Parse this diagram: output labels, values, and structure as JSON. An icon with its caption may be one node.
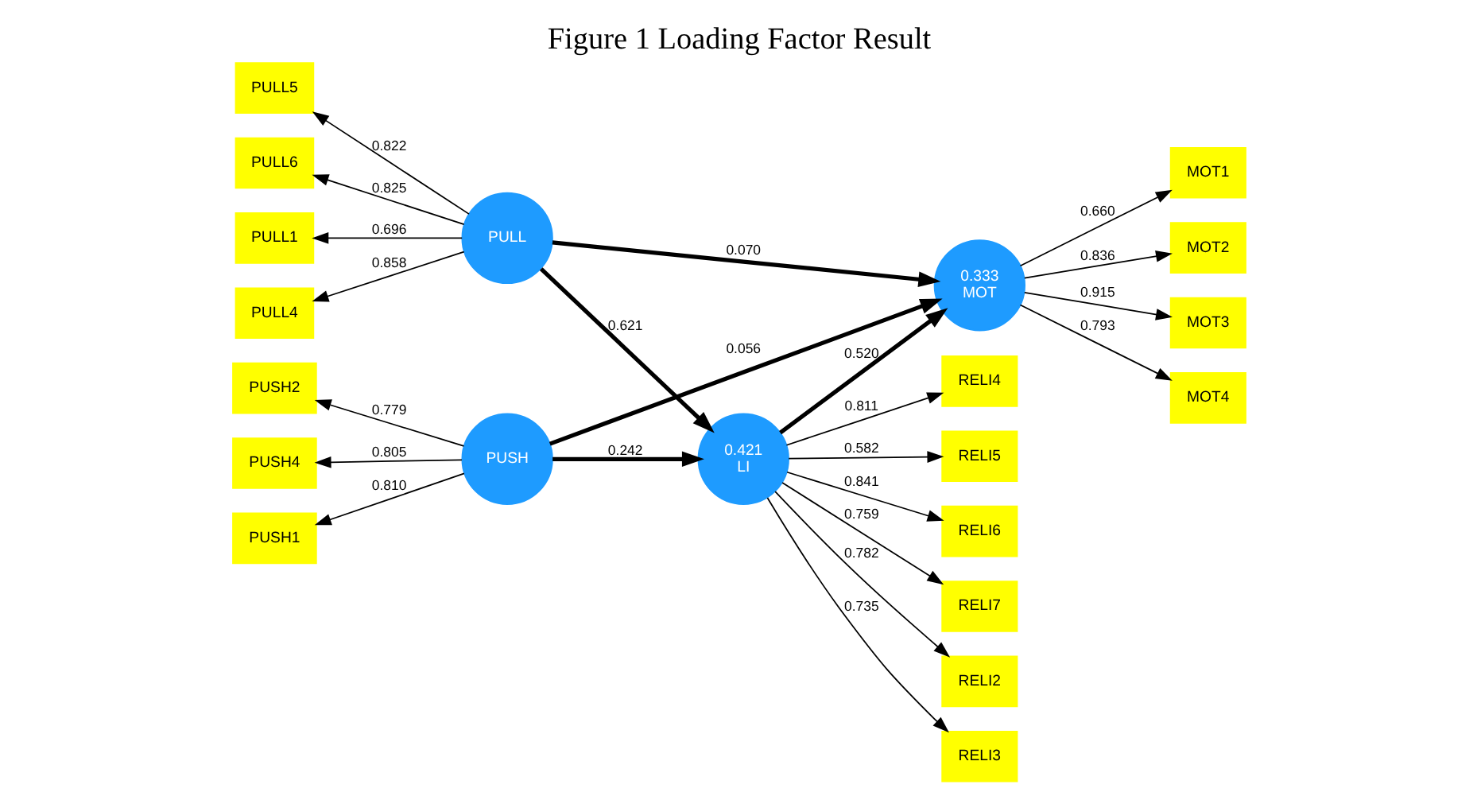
{
  "diagram": {
    "title": "Figure 1 Loading Factor Result",
    "nodes": [
      {
        "text": [
          "PULL1"
        ]
      },
      {
        "text": [
          "RELI2"
        ]
      },
      {
        "text": [
          "RELI3"
        ]
      },
      {
        "text": [
          "RELI4"
        ]
      },
      {
        "text": [
          "RELI5"
        ]
      },
      {
        "text": [
          "RELI6"
        ]
      },
      {
        "text": [
          "RELI7"
        ]
      },
      {
        "text": [
          "PULL"
        ]
      },
      {
        "text": [
          "PULL4"
        ]
      },
      {
        "text": [
          "PULL5"
        ]
      },
      {
        "text": [
          "MOT1"
        ]
      },
      {
        "text": [
          "PULL6"
        ]
      },
      {
        "text": [
          "0.421",
          "LI"
        ]
      },
      {
        "text": [
          "0.333",
          "MOT"
        ]
      },
      {
        "text": [
          "MOT2"
        ]
      },
      {
        "text": [
          "MOT3"
        ]
      },
      {
        "text": [
          "PUSH1"
        ]
      },
      {
        "text": [
          "MOT4"
        ]
      },
      {
        "text": [
          "PUSH2"
        ]
      },
      {
        "text": [
          "PUSH"
        ]
      },
      {
        "text": [
          "PUSH4"
        ]
      }
    ],
    "edges": [
      {
        "from": 7,
        "to": 0,
        "arrow": "to",
        "label": "0.696"
      },
      {
        "from": 7,
        "to": 8,
        "arrow": "to",
        "label": "0.858"
      },
      {
        "from": 7,
        "to": 9,
        "arrow": "to",
        "label": "0.822"
      },
      {
        "from": 7,
        "to": 11,
        "arrow": "to",
        "label": "0.825"
      },
      {
        "from": 12,
        "to": 1,
        "arrow": "to",
        "label": "0.782"
      },
      {
        "from": 12,
        "to": 2,
        "arrow": "to",
        "label": "0.735"
      },
      {
        "from": 12,
        "to": 3,
        "arrow": "to",
        "label": "0.811"
      },
      {
        "from": 12,
        "to": 4,
        "arrow": "to",
        "label": "0.582"
      },
      {
        "from": 12,
        "to": 5,
        "arrow": "to",
        "label": "0.841"
      },
      {
        "from": 12,
        "to": 6,
        "arrow": "to",
        "label": "0.759"
      },
      {
        "from": 7,
        "to": 12,
        "arrow": "to",
        "label": "0.621",
        "style": "thick"
      },
      {
        "from": 7,
        "to": 13,
        "arrow": "to",
        "label": "0.070",
        "style": "thick"
      },
      {
        "from": 12,
        "to": 13,
        "arrow": "to",
        "label": "0.520",
        "style": "thick"
      },
      {
        "from": 19,
        "to": 12,
        "arrow": "to",
        "label": "0.242",
        "style": "thick"
      },
      {
        "from": 19,
        "to": 13,
        "arrow": "to",
        "label": "0.056",
        "style": "thick"
      },
      {
        "from": 13,
        "to": 10,
        "arrow": "to",
        "label": "0.660"
      },
      {
        "from": 13,
        "to": 14,
        "arrow": "to",
        "label": "0.836"
      },
      {
        "from": 13,
        "to": 15,
        "arrow": "to",
        "label": "0.915"
      },
      {
        "from": 13,
        "to": 17,
        "arrow": "to",
        "label": "0.793"
      },
      {
        "from": 19,
        "to": 16,
        "arrow": "to",
        "label": "0.810"
      },
      {
        "from": 19,
        "to": 18,
        "arrow": "to",
        "label": "0.779"
      },
      {
        "from": 19,
        "to": 20,
        "arrow": "to",
        "label": "0.805"
      }
    ]
  }
}
